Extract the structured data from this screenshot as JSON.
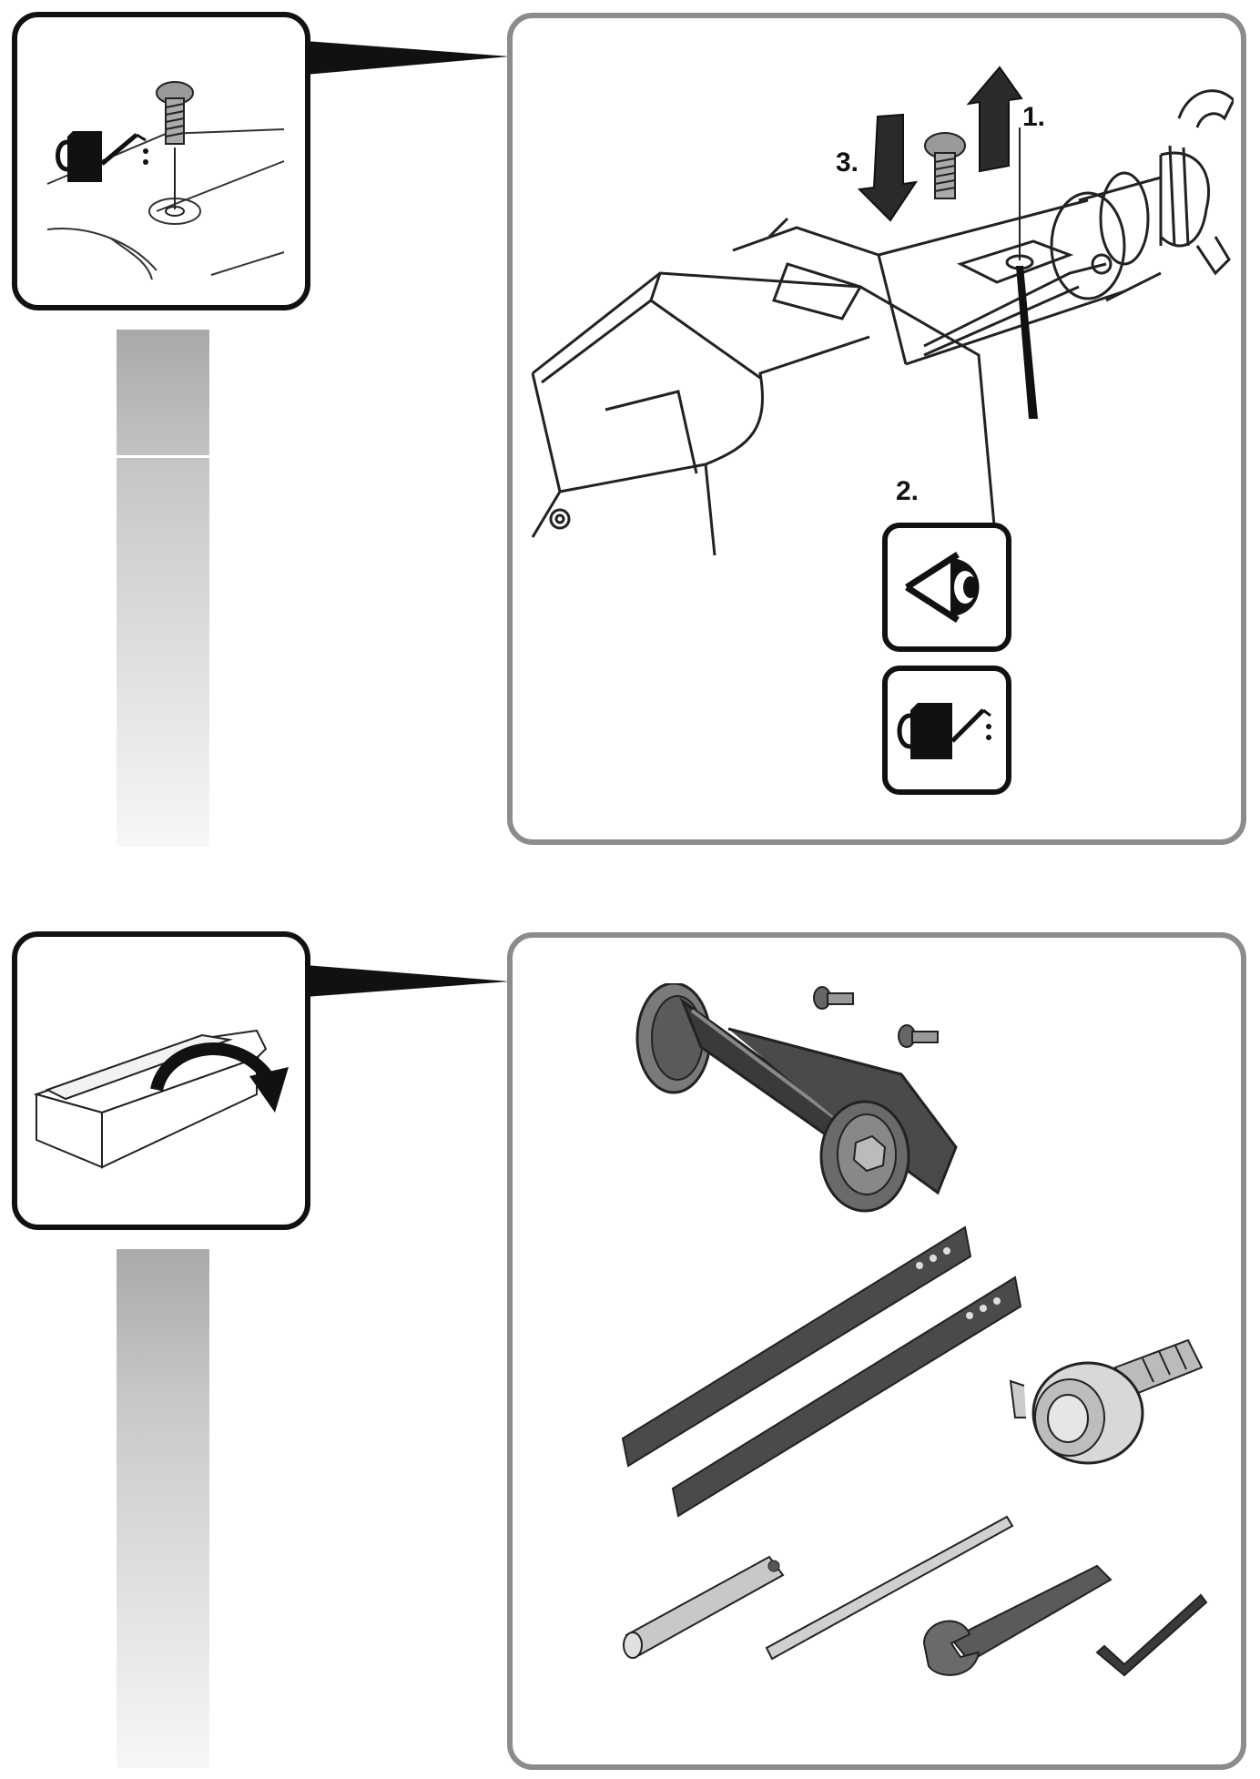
{
  "steps": {
    "one": "1.",
    "two": "2.",
    "three": "3."
  },
  "colors": {
    "frame_border": "#8c8c8c",
    "icon_border": "#1a1a1a",
    "metal_dark": "#3a3a3a",
    "metal_mid": "#8a8a8a",
    "metal_light": "#cfcfcf",
    "line": "#222222"
  },
  "icons": {
    "oil_can": "oil-can-icon",
    "inspect_eye": "inspect-eye-icon",
    "open_box": "open-box-icon",
    "arrow_up": "arrow-up-icon",
    "arrow_down": "arrow-down-icon"
  }
}
